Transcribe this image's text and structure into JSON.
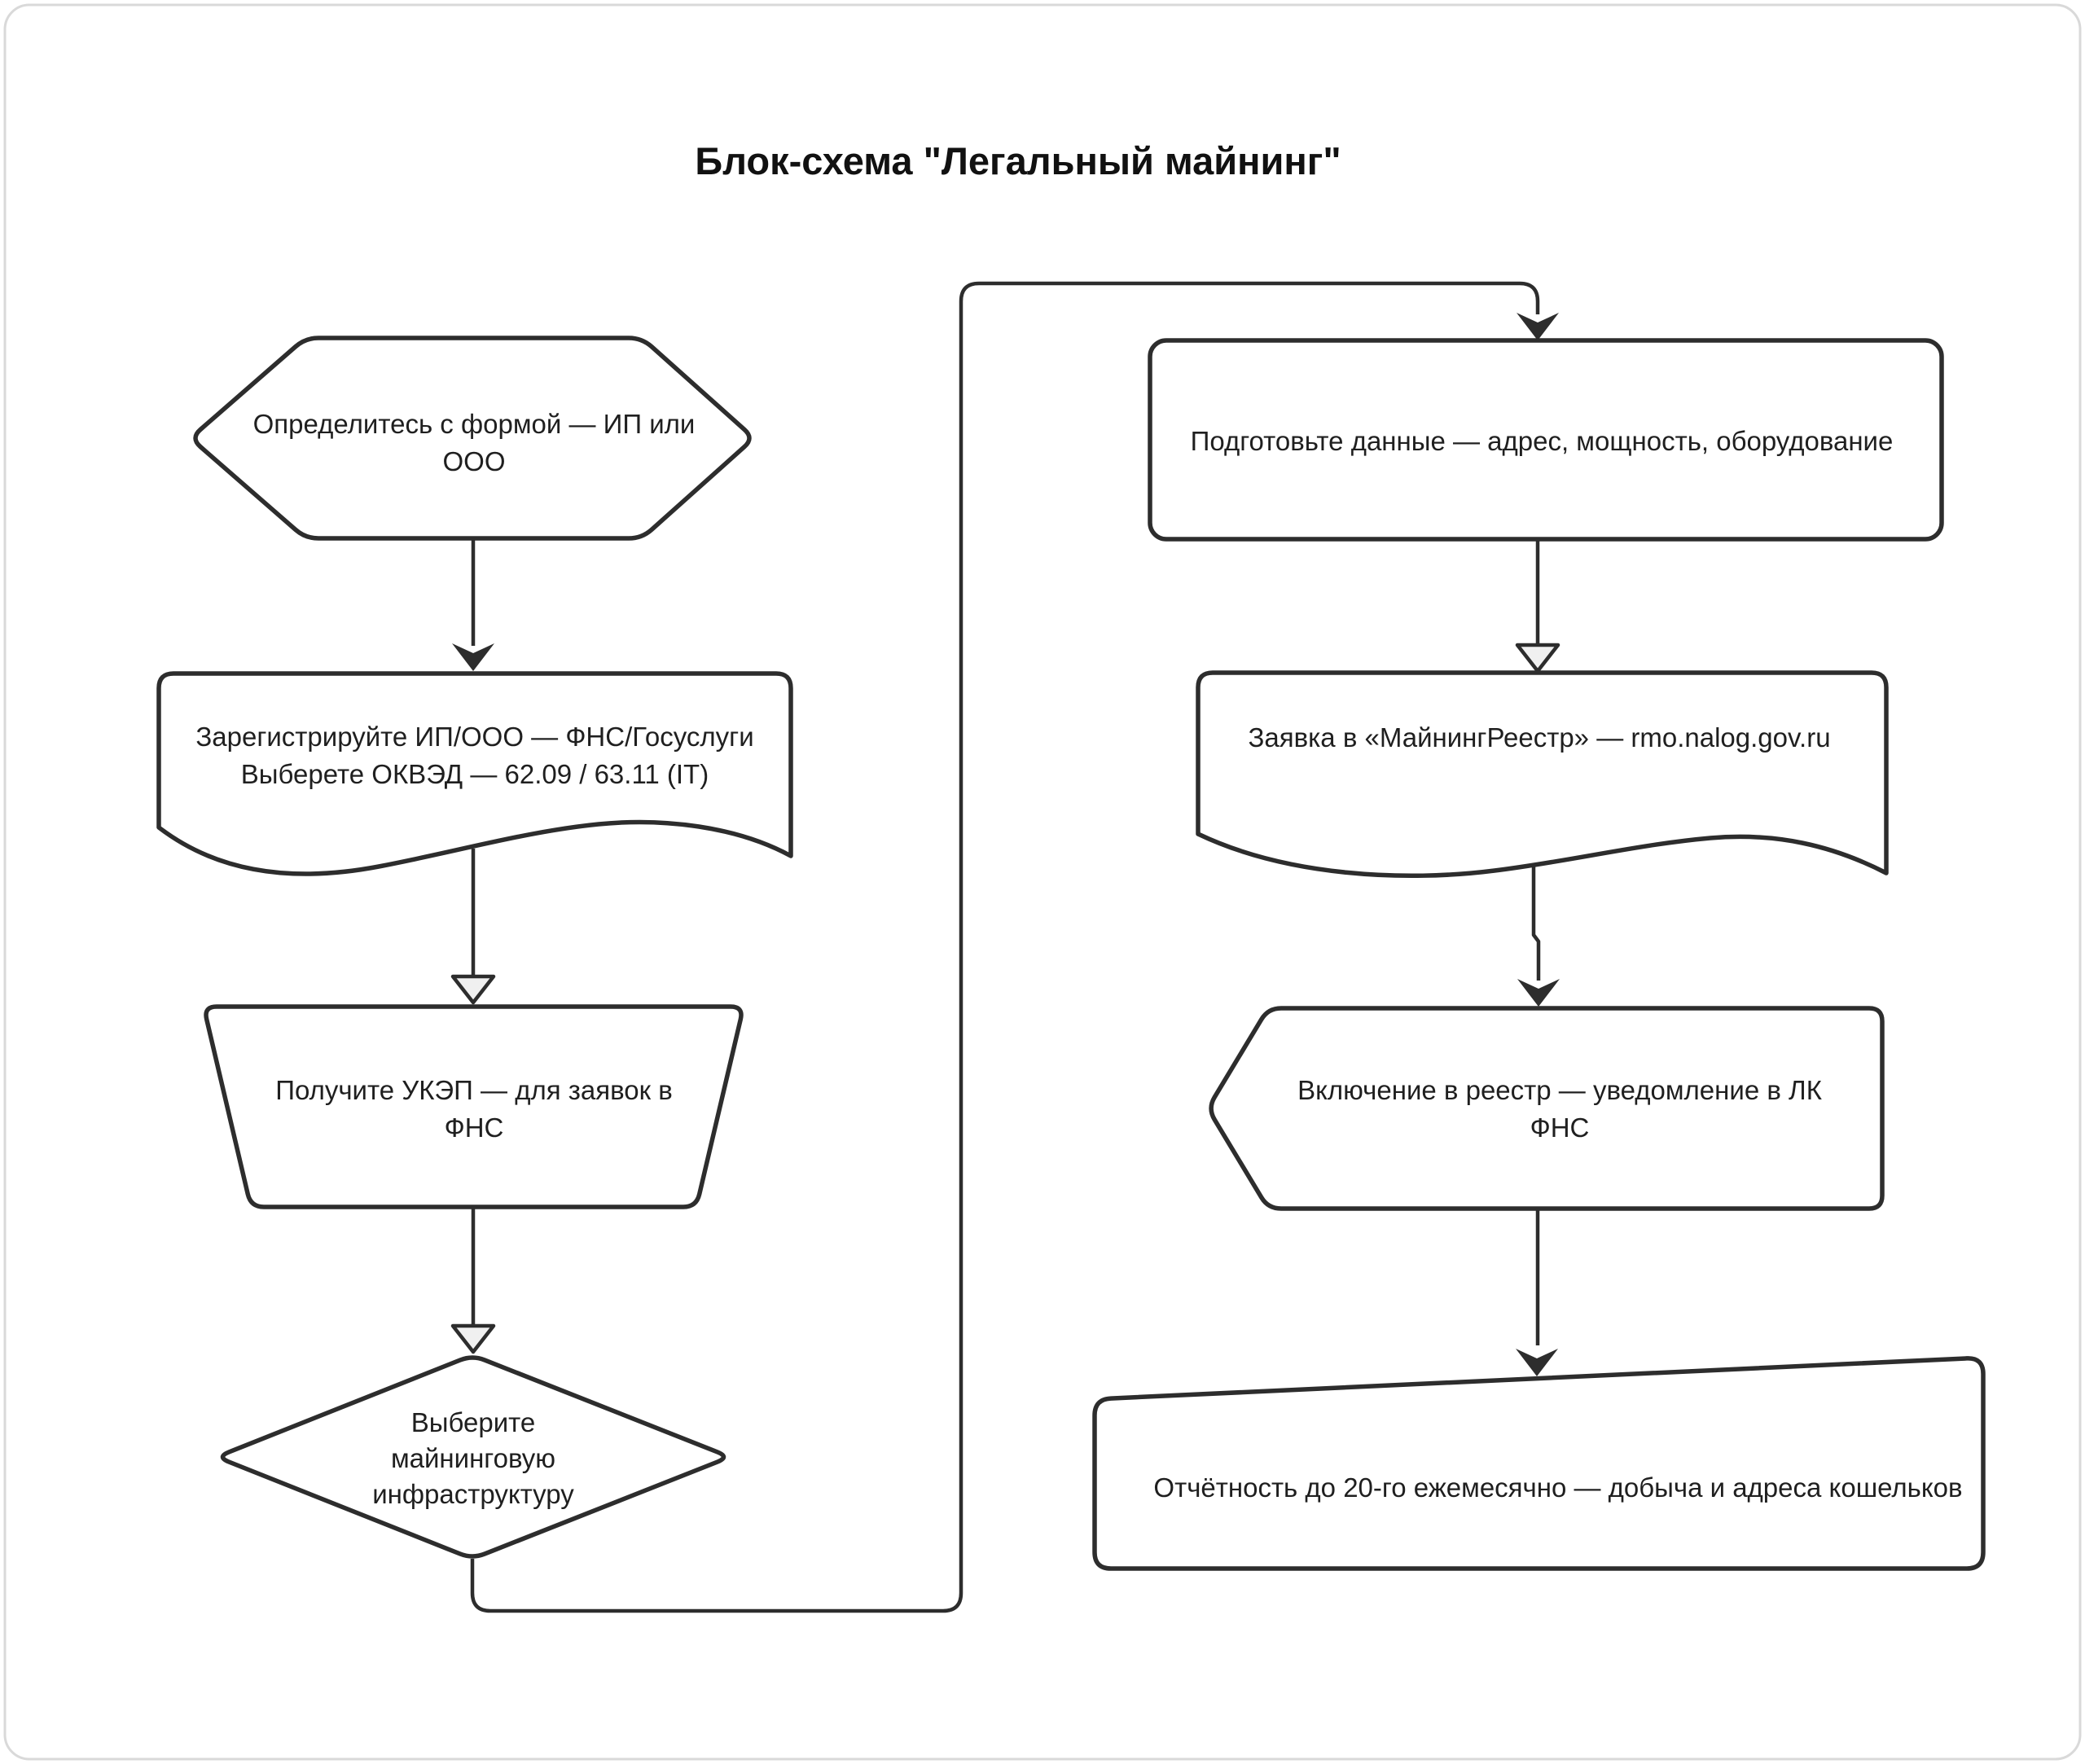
{
  "title": "Блок-схема \"Легальный майнинг\"",
  "nodes": {
    "choose_form": {
      "shape": "hexagon",
      "lines": [
        "Определитесь с формой — ИП или",
        "ООО"
      ]
    },
    "register": {
      "shape": "document",
      "lines": [
        "Зарегистрируйте ИП/ООО — ФНС/Госуслуги",
        "Выберете ОКВЭД — 62.09 / 63.11 (IT)"
      ]
    },
    "ukep": {
      "shape": "trapezoid",
      "lines": [
        "Получите УКЭП — для заявок в",
        "ФНС"
      ]
    },
    "infrastructure": {
      "shape": "decision-diamond",
      "lines": [
        "Выберите",
        "майнинговую",
        "инфраструктуру"
      ]
    },
    "prepare_data": {
      "shape": "rounded-rectangle",
      "lines": [
        "Подготовьте данные — адрес, мощность, оборудование"
      ]
    },
    "registry_request": {
      "shape": "document",
      "lines": [
        "Заявка в «МайнингРеестр» — rmo.nalog.gov.ru"
      ]
    },
    "registry_inclusion": {
      "shape": "display",
      "lines": [
        "Включение в реестр — уведомление в ЛК",
        "ФНС"
      ]
    },
    "reporting": {
      "shape": "card",
      "lines": [
        "Отчётность до 20-го ежемесячно — добыча и адреса кошельков"
      ]
    }
  },
  "colors": {
    "stroke": "#2d2d2d",
    "text": "#1f1f1f",
    "background": "#ffffff",
    "frame_border": "#d9d9d9",
    "hollow_arrowhead_fill": "#f0f0f0"
  }
}
